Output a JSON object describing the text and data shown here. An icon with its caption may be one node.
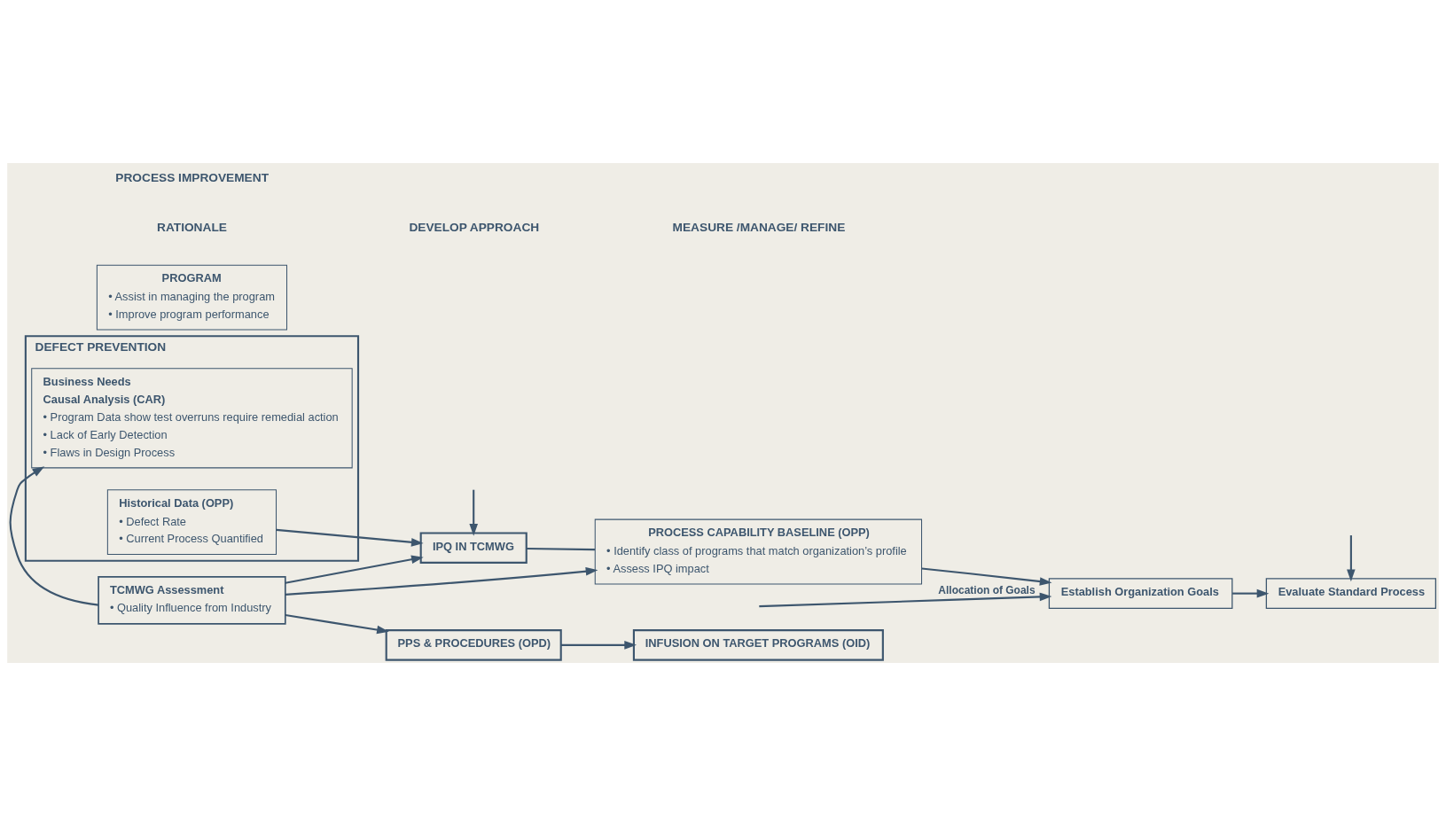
{
  "diagram": {
    "nodes": [
      {
        "text": [
          "DEFECT PREVENTION"
        ]
      },
      {
        "text": [
          "Business Needs",
          "Causal Analysis (CAR)",
          "• Program Data show test overruns require remedial action",
          "• Lack of Early Detection",
          "• Flaws in Design Process"
        ],
        "in": 0
      },
      {
        "text": [
          "Historical Data (OPP)",
          "• Defect Rate",
          "• Current Process Quantified"
        ],
        "in": 0
      },
      {
        "text": [
          "TCMWG Assessment",
          "• Quality Influence from Industry"
        ]
      },
      {
        "text": [
          "IPQ IN TCMWG"
        ]
      },
      {
        "text": [
          "PPS & PROCEDURES (OPD)"
        ]
      },
      {
        "text": [
          "INFUSION ON TARGET PROGRAMS (OID)"
        ]
      },
      {
        "text": [
          "PROGRAM",
          "• Assist in managing the program",
          "• Improve program performance"
        ]
      },
      {
        "text": [
          "PROCESS CAPABILITY BASELINE (OPP)",
          "• Identify class of programs that match organization’s profile",
          "• Assess IPQ impact"
        ]
      },
      {
        "text": [
          "Establish Organization Goals"
        ]
      },
      {
        "text": [
          "Evaluate Standard Process"
        ]
      }
    ],
    "edges": [
      {
        "from": 3,
        "to": 1,
        "arrow": "to"
      },
      {
        "from": 3,
        "to": 4,
        "arrow": "to"
      },
      {
        "from": 2,
        "to": 4,
        "arrow": "to"
      },
      {
        "from": 3,
        "to": 5,
        "arrow": "to"
      },
      {
        "from": 3,
        "to": 8,
        "arrow": "to"
      },
      {
        "from": 5,
        "to": 6,
        "arrow": "to"
      },
      {
        "from": 4,
        "to": 8,
        "arrow": "none"
      },
      {
        "from": 8,
        "to": 9,
        "arrow": "to"
      },
      {
        "from": 9,
        "to": 10,
        "arrow": "to"
      },
      {
        "from": null,
        "to": 4,
        "arrow": "to"
      },
      {
        "from": null,
        "to": 9,
        "arrow": "to",
        "label": "Allocation of Goals"
      },
      {
        "from": null,
        "to": 10,
        "arrow": "to"
      }
    ],
    "labels": [
      "RATIONALE",
      "DEVELOP APPROACH",
      "MEASURE /MANAGE/ REFINE",
      "PROCESS IMPROVEMENT"
    ]
  }
}
